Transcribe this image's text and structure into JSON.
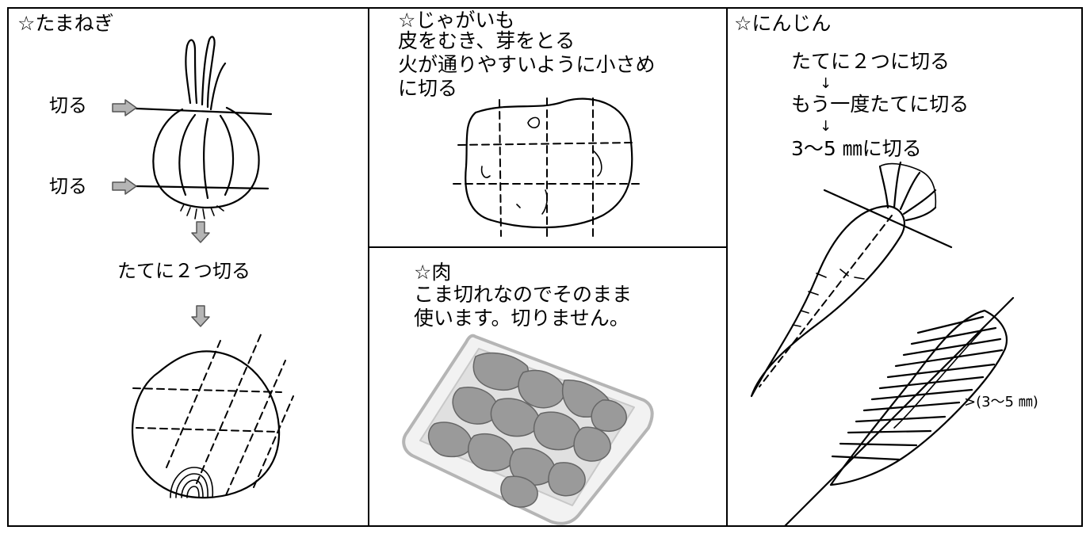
{
  "onion": {
    "title": "☆たまねぎ",
    "cut_label_1": "切る",
    "cut_label_2": "切る",
    "step": "たてに２つ切る"
  },
  "potato": {
    "title": "☆じゃがいも",
    "line1": "皮をむき、芽をとる",
    "line2": "火が通りやすいように小さめ",
    "line3": "に切る"
  },
  "meat": {
    "title": "☆肉",
    "line1": "こま切れなのでそのまま",
    "line2": "使います。切りません。"
  },
  "carrot": {
    "title": "☆にんじん",
    "step1": "たてに２つに切る",
    "arrow1": "↓",
    "step2": "もう一度たてに切る",
    "arrow2": "↓",
    "step3": "3〜5 ㎜に切る",
    "size_note": ">(3〜5 ㎜)"
  }
}
